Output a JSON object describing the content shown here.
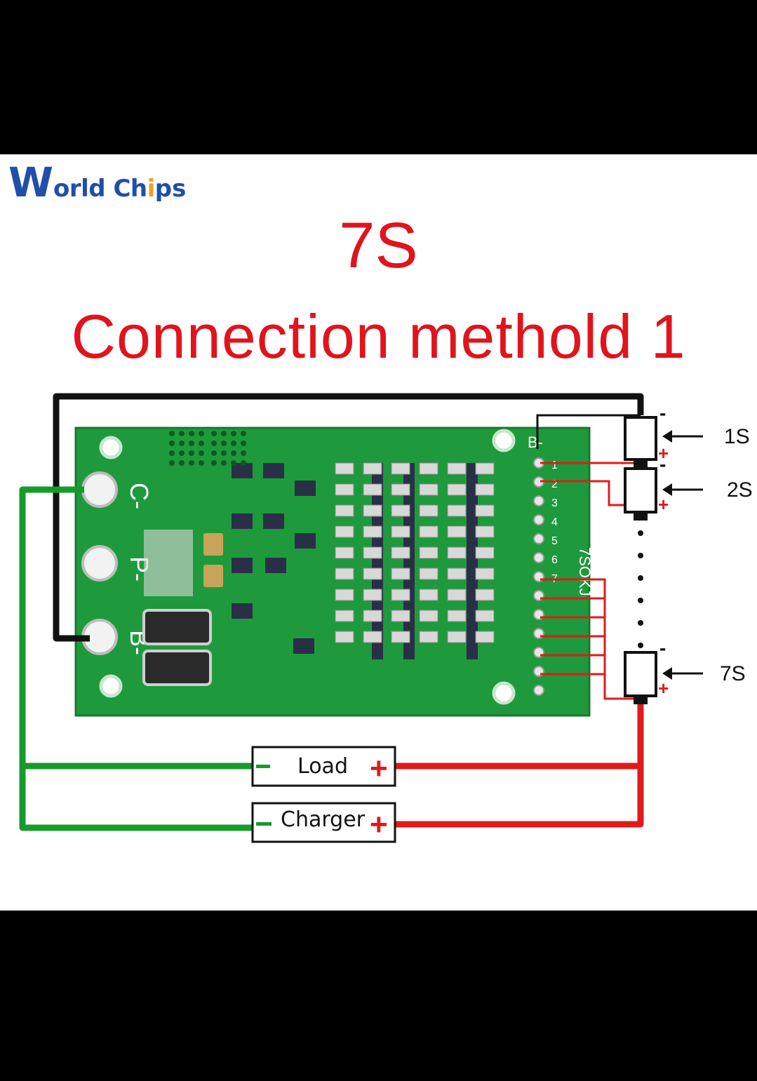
{
  "logo": {
    "first": "W",
    "rest_a": "orld Ch",
    "dot": "i",
    "rest_b": "ps"
  },
  "title": {
    "line1": "7S",
    "line2": "Connection methold 1"
  },
  "board": {
    "pad_c": "C-",
    "pad_p": "P-",
    "pad_b": "B-",
    "header_b": "B-",
    "pin_numbers": [
      "1",
      "2",
      "3",
      "4",
      "5",
      "6",
      "7"
    ],
    "brand": "7SOKJ"
  },
  "cells": {
    "labels": [
      "1S",
      "2S",
      "7S"
    ],
    "minus": "-",
    "plus": "+"
  },
  "boxes": {
    "load": "Load",
    "charger": "Charger",
    "minus": "-",
    "plus": "+"
  },
  "colors": {
    "title": "#e0141c",
    "board": "#1e9a3c",
    "wire_black": "#111111",
    "wire_green": "#169b2b",
    "wire_red": "#e01a1a"
  }
}
